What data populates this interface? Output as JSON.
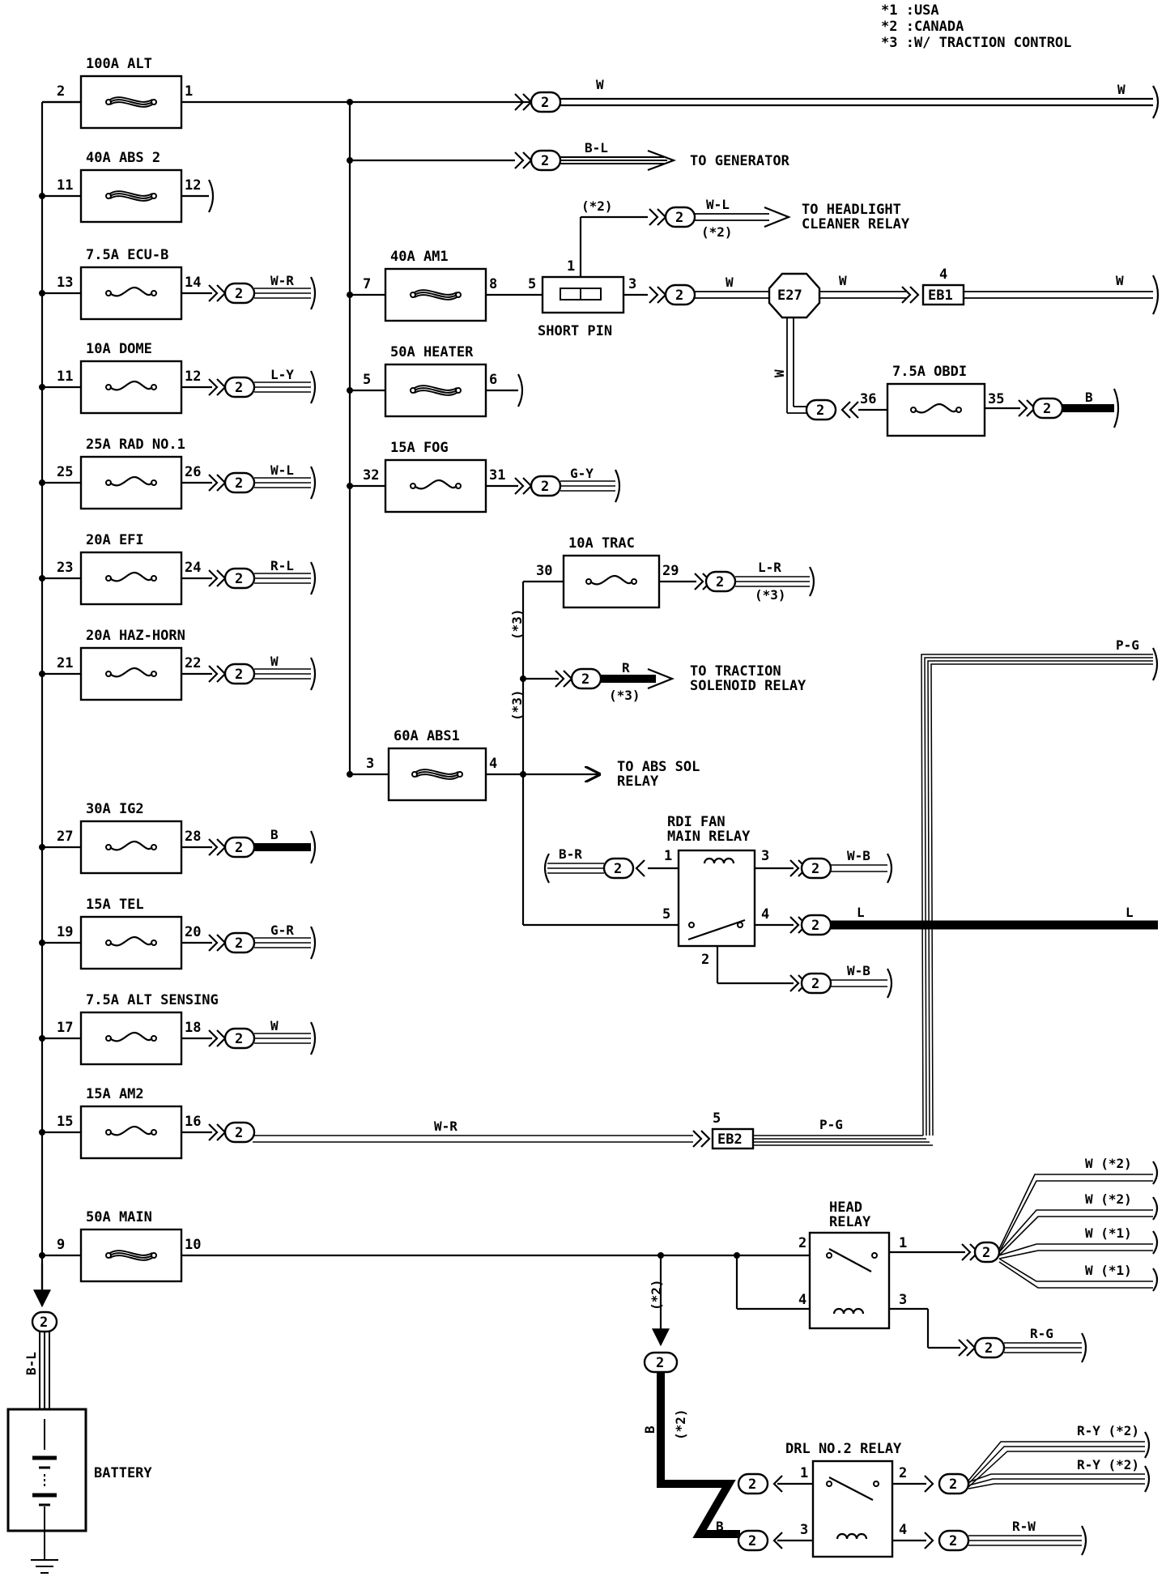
{
  "legend": [
    "*1 :USA",
    "*2 :CANADA",
    "*3 :W/ TRACTION CONTROL"
  ],
  "left_fuses": [
    {
      "name": "100A ALT",
      "in_pin": "2",
      "out_pin": "1",
      "heavy": true,
      "wire": ""
    },
    {
      "name": "40A ABS 2",
      "in_pin": "11",
      "out_pin": "12",
      "heavy": true,
      "wire": ""
    },
    {
      "name": "7.5A ECU-B",
      "in_pin": "13",
      "out_pin": "14",
      "heavy": false,
      "wire": "W-R"
    },
    {
      "name": "10A DOME",
      "in_pin": "11",
      "out_pin": "12",
      "heavy": false,
      "wire": "L-Y"
    },
    {
      "name": "25A RAD NO.1",
      "in_pin": "25",
      "out_pin": "26",
      "heavy": false,
      "wire": "W-L"
    },
    {
      "name": "20A EFI",
      "in_pin": "23",
      "out_pin": "24",
      "heavy": false,
      "wire": "R-L"
    },
    {
      "name": "20A HAZ-HORN",
      "in_pin": "21",
      "out_pin": "22",
      "heavy": false,
      "wire": "W"
    },
    {
      "name": "30A IG2",
      "in_pin": "27",
      "out_pin": "28",
      "heavy": false,
      "wire": "B"
    },
    {
      "name": "15A TEL",
      "in_pin": "19",
      "out_pin": "20",
      "heavy": false,
      "wire": "G-R"
    },
    {
      "name": "7.5A ALT SENSING",
      "in_pin": "17",
      "out_pin": "18",
      "heavy": false,
      "wire": "W"
    },
    {
      "name": "15A AM2",
      "in_pin": "15",
      "out_pin": "16",
      "heavy": false,
      "wire": ""
    },
    {
      "name": "50A MAIN",
      "in_pin": "9",
      "out_pin": "10",
      "heavy": true,
      "wire": ""
    }
  ],
  "mid_fuses": [
    {
      "name": "40A AM1",
      "in_pin": "7",
      "out_pin": "8",
      "heavy": true
    },
    {
      "name": "50A HEATER",
      "in_pin": "5",
      "out_pin": "6",
      "heavy": true
    },
    {
      "name": "15A FOG",
      "in_pin": "32",
      "out_pin": "31",
      "heavy": false,
      "wire": "G-Y"
    },
    {
      "name": "60A ABS1",
      "in_pin": "3",
      "out_pin": "4",
      "heavy": true
    },
    {
      "name": "10A TRAC",
      "in_pin": "30",
      "out_pin": "29",
      "heavy": false,
      "wire": "L-R"
    },
    {
      "name": "7.5A OBDI",
      "in_pin": "36",
      "out_pin": "35",
      "heavy": false,
      "wire": "B"
    }
  ],
  "connector_label": "2",
  "wires": {
    "alt_out": "W",
    "alt_out_end": "W",
    "generator": "B-L",
    "headlight_cleaner": "W-L",
    "short_pin_out": "W",
    "e27_out": "W",
    "eb1_out": "W",
    "e27_down": "W",
    "traction_solenoid": "R",
    "pg_top": "P-G",
    "pg_bottom": "P-G",
    "am2_wire": "W-R",
    "rdi_left": "B-R",
    "rdi_pin3": "W-B",
    "rdi_pin4": "L",
    "rdi_pin4_end": "L",
    "rdi_pin2": "W-B",
    "head_out_1": "W (*2)",
    "head_out_2": "W (*2)",
    "head_out_3": "W (*1)",
    "head_out_4": "W (*1)",
    "head_pin3": "R-G",
    "drl_pin2_a": "R-Y (*2)",
    "drl_pin2_b": "R-Y (*2)",
    "drl_pin4": "R-W",
    "drl_feed": "B",
    "drl_feed_lower": "B",
    "battery_wire": "B-L"
  },
  "notes": {
    "n2": "(*2)",
    "n3": "(*3)"
  },
  "labels": {
    "to_generator": "TO GENERATOR",
    "to_headlight_1": "TO HEADLIGHT",
    "to_headlight_2": "CLEANER RELAY",
    "short_pin": "SHORT PIN",
    "e27": "E27",
    "eb1": "EB1",
    "eb2": "EB2",
    "to_traction_1": "TO TRACTION",
    "to_traction_2": "SOLENOID RELAY",
    "to_abs_1": "TO ABS SOL",
    "to_abs_2": "RELAY",
    "rdi_1": "RDI FAN",
    "rdi_2": "MAIN RELAY",
    "head_1": "HEAD",
    "head_2": "RELAY",
    "drl": "DRL NO.2 RELAY",
    "battery": "BATTERY"
  },
  "pins": {
    "sp1": "1",
    "sp5": "5",
    "sp3": "3",
    "eb1_pin": "4",
    "eb2_pin": "5",
    "rdi1": "1",
    "rdi3": "3",
    "rdi5": "5",
    "rdi4": "4",
    "rdi2": "2",
    "hr2": "2",
    "hr1": "1",
    "hr4": "4",
    "hr3": "3",
    "drl1": "1",
    "drl2": "2",
    "drl3": "3",
    "drl4": "4"
  }
}
